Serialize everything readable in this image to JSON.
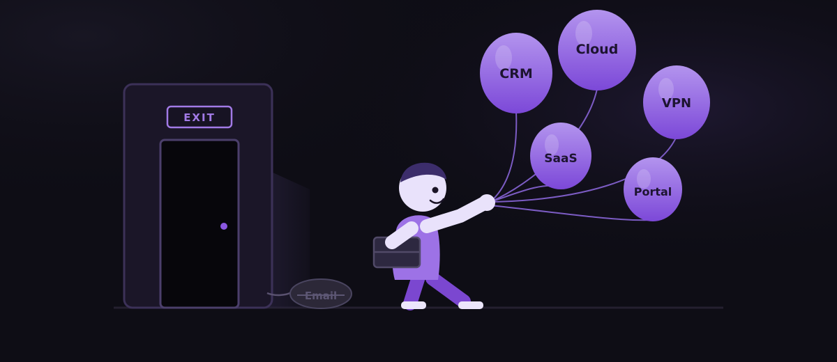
{
  "colors": {
    "background": "#0e0d15",
    "accent": "#8a57e0",
    "balloon": "#9466e2",
    "balloon_text": "#1d1430",
    "door_frame": "#3c3158",
    "exit_sign": "#a27ae6",
    "figure_light": "#e9e2fb"
  },
  "exit_sign": {
    "label": "EXIT"
  },
  "deflated_balloon": {
    "label": "Email"
  },
  "balloons": [
    {
      "label": "CRM"
    },
    {
      "label": "Cloud"
    },
    {
      "label": "VPN"
    },
    {
      "label": "SaaS"
    },
    {
      "label": "Portal"
    }
  ]
}
